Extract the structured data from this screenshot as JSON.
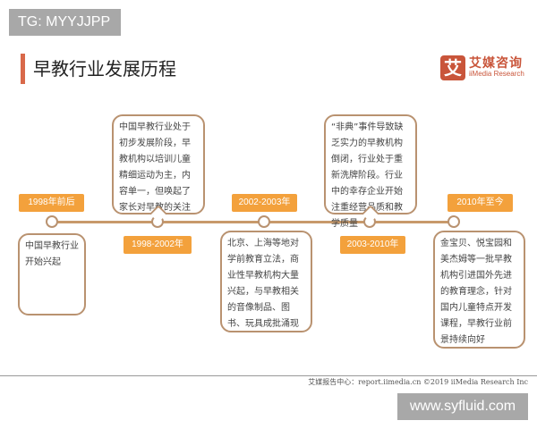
{
  "watermark_top": "TG: MYYJJPP",
  "title": "早教行业发展历程",
  "logo": {
    "mark": "艾",
    "name_cn": "艾媒咨询",
    "name_en": "iiMedia Research"
  },
  "colors": {
    "accent_orange": "#f3a13c",
    "title_bar": "#d9694a",
    "line_brown": "#c89a6b",
    "logo_red": "#c9553a"
  },
  "timeline": [
    {
      "period": "1998年前后",
      "position": "top-tag",
      "text": "中国早教行业开始兴起"
    },
    {
      "period": "1998-2002年",
      "position": "bottom-tag",
      "text": "中国早教行业处于初步发展阶段，早教机构以培训儿童精细运动为主，内容单一，但唤起了家长对早教的关注"
    },
    {
      "period": "2002-2003年",
      "position": "top-tag",
      "text": "北京、上海等地对学前教育立法，商业性早教机构大量兴起，与早教相关的音像制品、图书、玩具成批涌现"
    },
    {
      "period": "2003-2010年",
      "position": "bottom-tag",
      "text": "“非典”事件导致缺乏实力的早教机构倒闭，行业处于重新洗牌阶段。行业中的幸存企业开始注重经营品质和教学质量"
    },
    {
      "period": "2010年至今",
      "position": "top-tag",
      "text": "金宝贝、悦宝园和美杰姆等一批早教机构引进国外先进的教育理念，针对国内儿童特点开发课程，早教行业前景持续向好"
    }
  ],
  "footer": "艾媒报告中心：report.iimedia.cn  ©2019  iiMedia Research  Inc",
  "watermark_bottom": "www.syfluid.com"
}
